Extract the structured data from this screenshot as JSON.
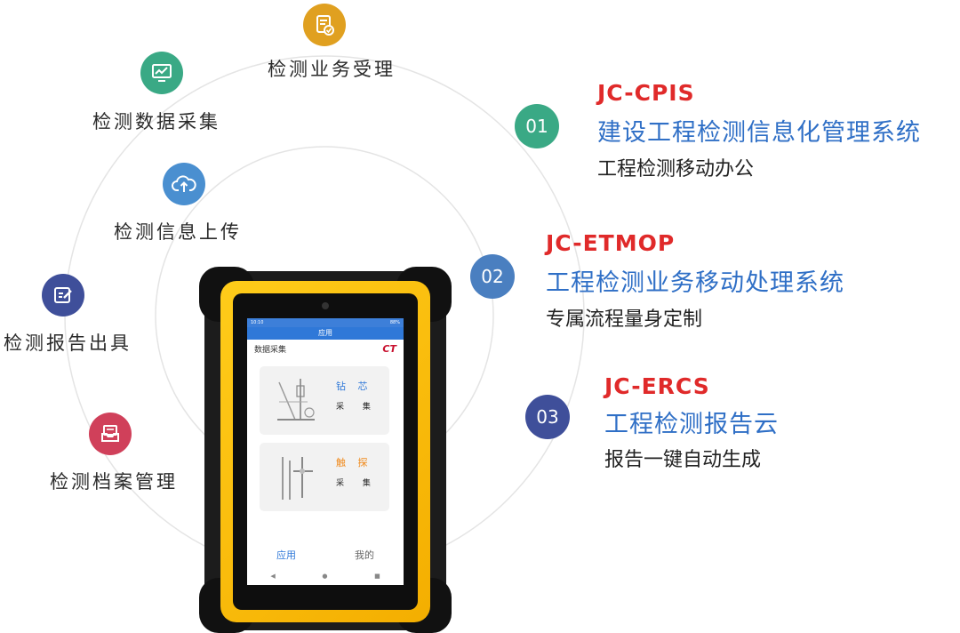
{
  "features": [
    {
      "label": "检测业务受理",
      "icon": "document-check-icon",
      "color": "#e0a020"
    },
    {
      "label": "检测数据采集",
      "icon": "chart-monitor-icon",
      "color": "#3aa985"
    },
    {
      "label": "检测信息上传",
      "icon": "cloud-upload-icon",
      "color": "#4a8fd0"
    },
    {
      "label": "检测报告出具",
      "icon": "report-edit-icon",
      "color": "#3f4f9a"
    },
    {
      "label": "检测档案管理",
      "icon": "archive-tray-icon",
      "color": "#d0405a"
    }
  ],
  "systems": [
    {
      "num": "01",
      "code": "JC-CPIS",
      "name": "建设工程检测信息化管理系统",
      "sub": "工程检测移动办公",
      "color": "#3aa985"
    },
    {
      "num": "02",
      "code": "JC-ETMOP",
      "name": "工程检测业务移动处理系统",
      "sub": "专属流程量身定制",
      "color": "#4a7fc0"
    },
    {
      "num": "03",
      "code": "JC-ERCS",
      "name": "工程检测报告云",
      "sub": "报告一键自动生成",
      "color": "#3f4f9a"
    }
  ],
  "device": {
    "status_time": "10:10",
    "status_battery": "88%",
    "app_title": "应用",
    "section_title": "数据采集",
    "logo": "CT",
    "card1": {
      "t1": "钻 芯",
      "t2": "采 集",
      "color": "#2f78d8"
    },
    "card2": {
      "t1": "触 探",
      "t2": "采 集",
      "color": "#f08a1c"
    },
    "tab_apps": "应用",
    "tab_mine": "我的",
    "nav_back": "◀",
    "nav_home": "●",
    "nav_recent": "■"
  }
}
